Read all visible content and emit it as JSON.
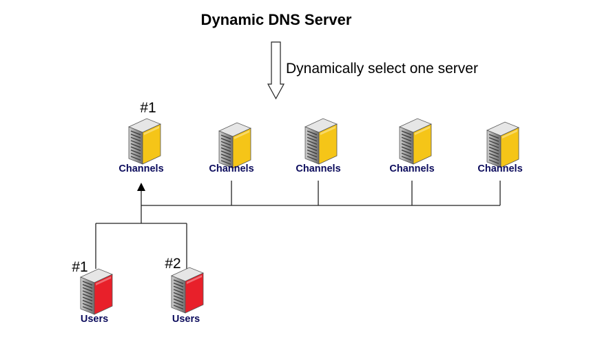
{
  "title": "Dynamic DNS Server",
  "arrow_label": "Dynamically select one server",
  "channel_servers": [
    {
      "label": "Channels",
      "number": "#1",
      "color": "#f5c518"
    },
    {
      "label": "Channels",
      "number": "",
      "color": "#f5c518"
    },
    {
      "label": "Channels",
      "number": "",
      "color": "#f5c518"
    },
    {
      "label": "Channels",
      "number": "",
      "color": "#f5c518"
    },
    {
      "label": "Channels",
      "number": "",
      "color": "#f5c518"
    }
  ],
  "user_servers": [
    {
      "label": "Users",
      "number": "#1",
      "color": "#e8202a"
    },
    {
      "label": "Users",
      "number": "#2",
      "color": "#e8202a"
    }
  ]
}
